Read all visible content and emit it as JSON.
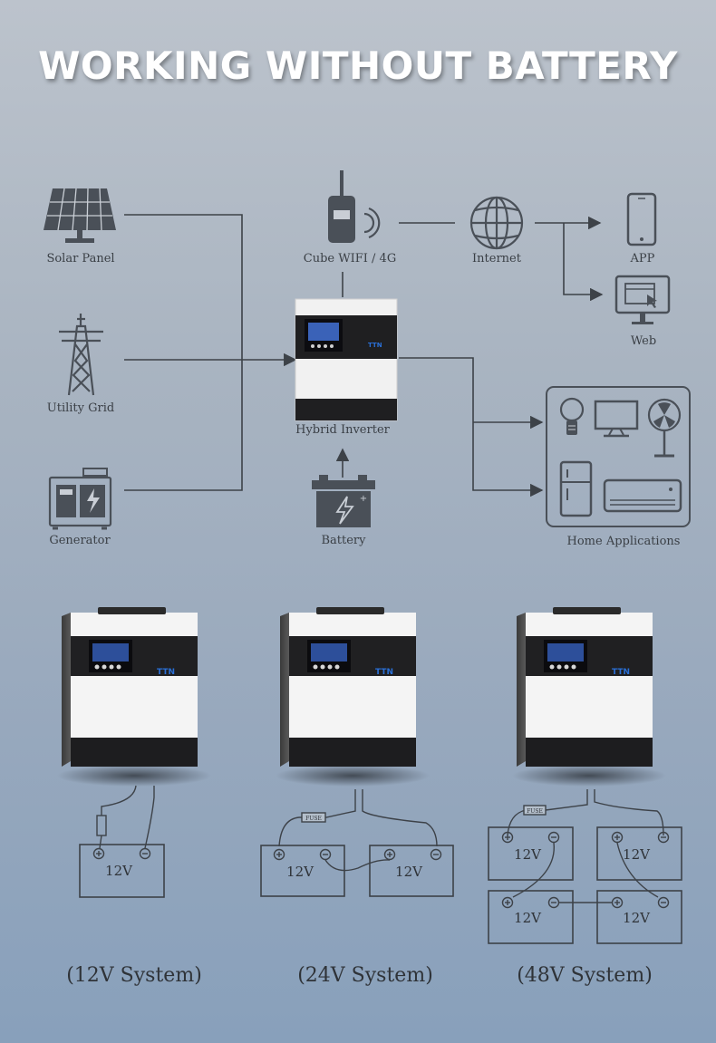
{
  "title": "WORKING WITHOUT BATTERY",
  "nodes": {
    "solar_panel": "Solar Panel",
    "utility_grid": "Utility Grid",
    "generator": "Generator",
    "wifi": "Cube WIFI / 4G",
    "internet": "Internet",
    "app": "APP",
    "web": "Web",
    "inverter": "Hybrid Inverter",
    "battery": "Battery",
    "home": "Home Applications"
  },
  "brand": "TTN",
  "fuse_label": "FUSE",
  "battery_voltage": "12V",
  "systems": [
    {
      "label": "(12V System)"
    },
    {
      "label": "(24V System)"
    },
    {
      "label": "(48V System)"
    }
  ],
  "colors": {
    "line": "#3d4248",
    "icon": "#4a5058",
    "inverter_body": "#f2f2f2",
    "inverter_band": "#1d1d1f",
    "title": "#ffffff"
  }
}
